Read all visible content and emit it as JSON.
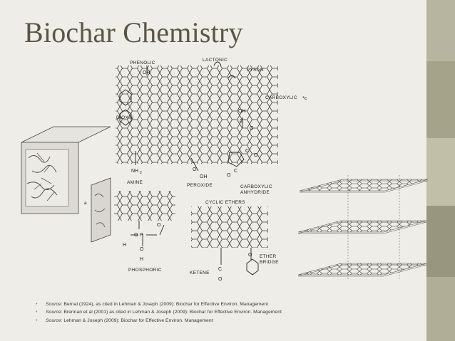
{
  "slide": {
    "title": "Biochar Chemistry"
  },
  "figure": {
    "labels": {
      "phenolic": "PHENOLIC",
      "lactonic": "LACTONIC",
      "pyran": "PYRAN",
      "carboxylic": "CARBOXYLIC",
      "dioxin": "DIOXIN",
      "amine": "AMINE",
      "peroxide": "PEROXIDE",
      "carboxylic_anhydride_1": "CARBOXYLIC",
      "carboxylic_anhydride_2": "ANHYDRIDE",
      "cyclic_ethers": "CYCLIC ETHERS",
      "phosphoric": "PHOSPHORIC",
      "ketene": "KETENE",
      "ether_bridge_1": "ETHER",
      "ether_bridge_2": "BRIDGE",
      "box_label_a": "a"
    },
    "atoms": {
      "oh_top": "OH",
      "oh_carb": "OH",
      "c_carb": "C",
      "o_carb": "O",
      "nh2": "NH",
      "nh2_sub": "2",
      "o_per": "O",
      "oh_per": "OH",
      "c_anh1": "C",
      "c_anh2": "C",
      "o_anh1": "O",
      "o_anh2": "O",
      "o_ph": "O",
      "p_ph": "P",
      "h_ph1": "H",
      "o_ph2": "O",
      "o_ph3": "O",
      "h_ph2": "H",
      "c_ket": "C",
      "o_ket": "O",
      "o_eth": "O",
      "star_c": "*c"
    }
  },
  "sources": [
    {
      "label": "Source:",
      "text": " Bernal (1924), as cited in Lehman & Joseph (2009): Biochar for Effective Environ. Management"
    },
    {
      "label": "Source:",
      "text": " Brennan et al (2001) as cited in Lehman & Joseph (2009): Biochar for Effective Environ. Management"
    },
    {
      "label": "Source:",
      "text": " Lehman & Joseph (2009): Biochar for Effective Environ. Management"
    }
  ],
  "colors": {
    "background": "#efede7",
    "title": "#5a5548",
    "right_bar": "#a9a68f"
  }
}
